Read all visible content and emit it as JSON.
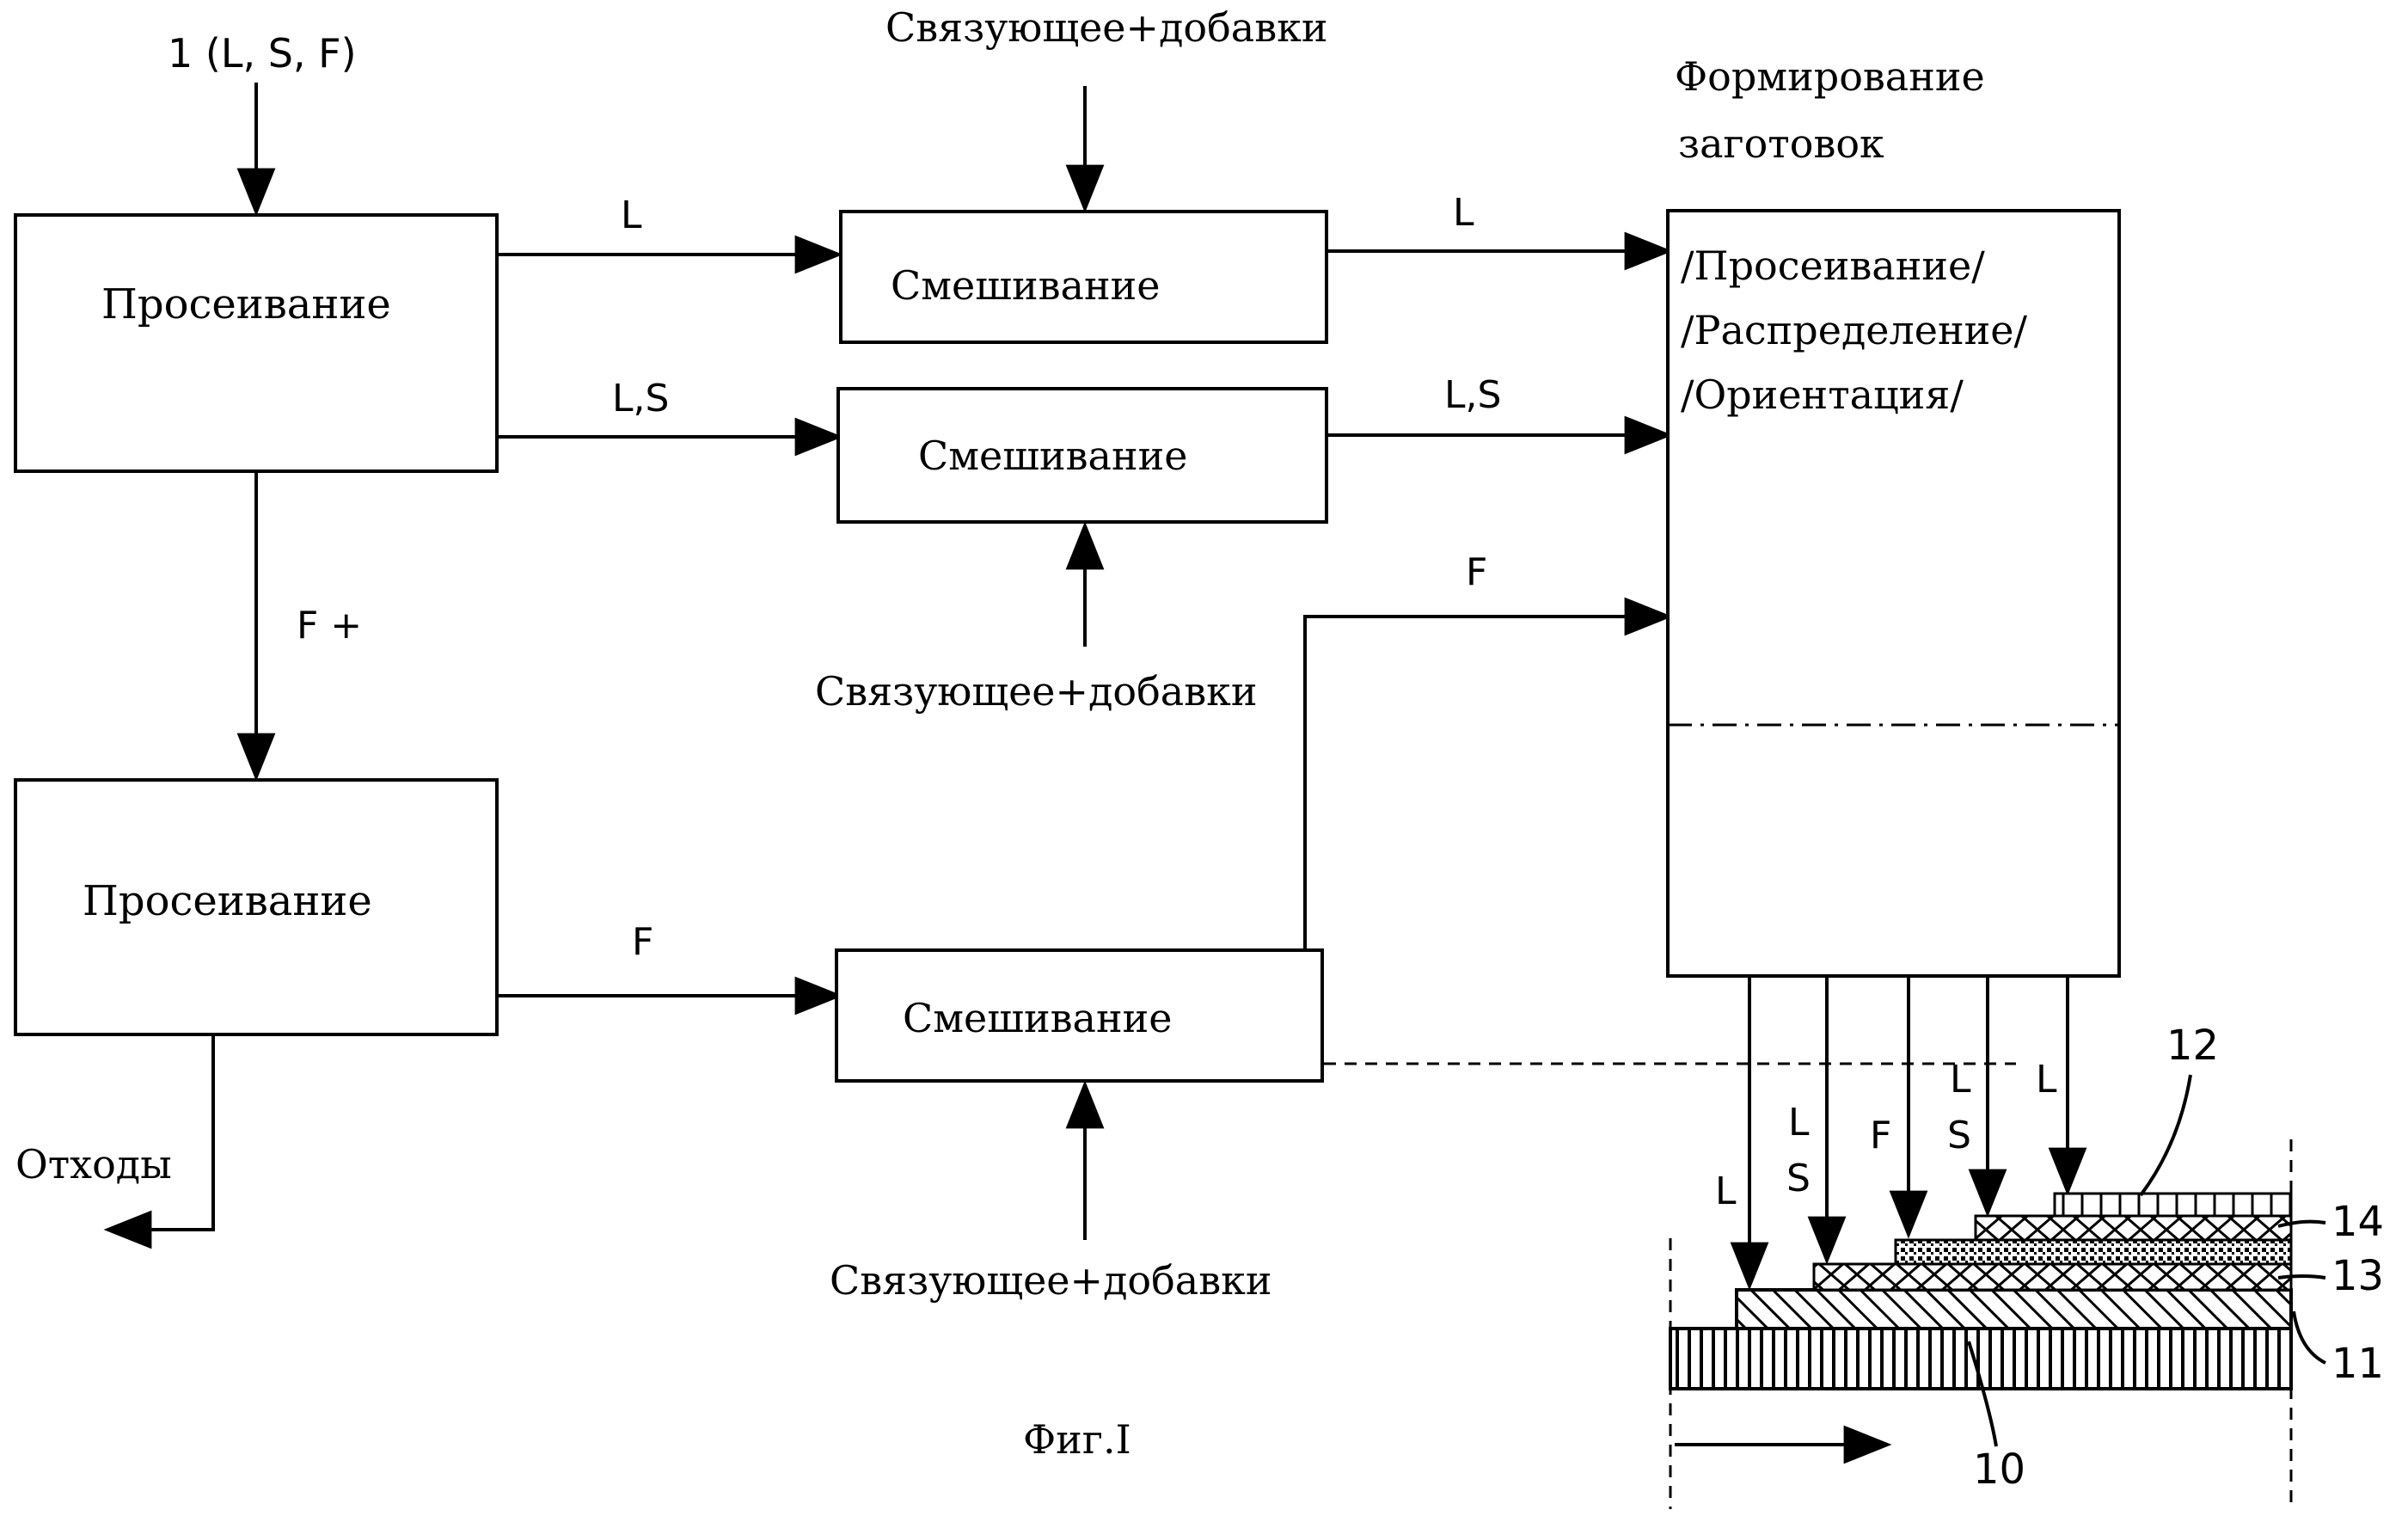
{
  "input_label": "1 (L, S, F)",
  "binder_top": "Связующее+добавки",
  "binder_middle": "Связующее+добавки",
  "binder_bottom": "Связующее+добавки",
  "forming": {
    "title_line1": "Формирование",
    "title_line2": "заготовок",
    "step1": "/Просеивание/",
    "step2": "/Распределение/",
    "step3": "/Ориентация/"
  },
  "boxes": {
    "sieve1": "Просеивание",
    "sieve2": "Просеивание",
    "mix1": "Смешивание",
    "mix2": "Смешивание",
    "mix3": "Смешивание"
  },
  "arrow_labels": {
    "l_to_mix1": "L",
    "ls_to_mix2": "L,S",
    "fplus": "F +",
    "f_to_mix3": "F",
    "mix1_out": "L",
    "mix2_out": "L,S",
    "mix3_out": "F"
  },
  "waste_label": "Отходы",
  "drop_labels": {
    "d1": "L",
    "d2_a": "L",
    "d2_b": "S",
    "d3": "F",
    "d4_a": "L",
    "d4_b": "S",
    "d5": "L"
  },
  "layer_numbers": {
    "n10": "10",
    "n11": "11",
    "n12": "12",
    "n13": "13",
    "n14": "14"
  },
  "figure_caption": "Фиг.I"
}
